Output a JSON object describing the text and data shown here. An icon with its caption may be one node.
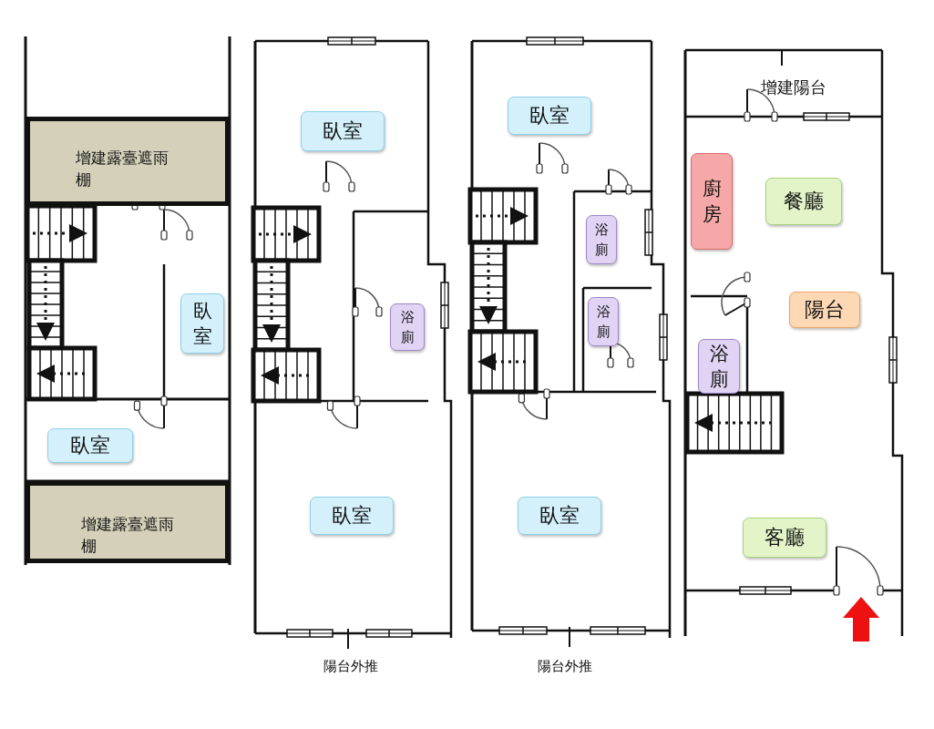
{
  "diagram": {
    "nodes": [
      {
        "text": [
          "增建露臺遮雨棚"
        ]
      },
      {
        "text": [
          "臥室"
        ]
      },
      {
        "text": [
          "臥室"
        ]
      },
      {
        "text": [
          "增建露臺遮雨棚"
        ]
      },
      {
        "text": [
          "臥室"
        ]
      },
      {
        "text": [
          "浴廁"
        ]
      },
      {
        "text": [
          "臥室"
        ]
      },
      {
        "text": [
          "臥室"
        ]
      },
      {
        "text": [
          "浴廁"
        ]
      },
      {
        "text": [
          "浴廁"
        ]
      },
      {
        "text": [
          "臥室"
        ]
      },
      {
        "text": [
          "廚房"
        ]
      },
      {
        "text": [
          "餐廳"
        ]
      },
      {
        "text": [
          "陽台"
        ]
      },
      {
        "text": [
          "浴廁"
        ]
      },
      {
        "text": [
          "客廳"
        ]
      }
    ],
    "labels": [
      "增建陽台",
      "陽台外推",
      "陽台外推"
    ]
  }
}
